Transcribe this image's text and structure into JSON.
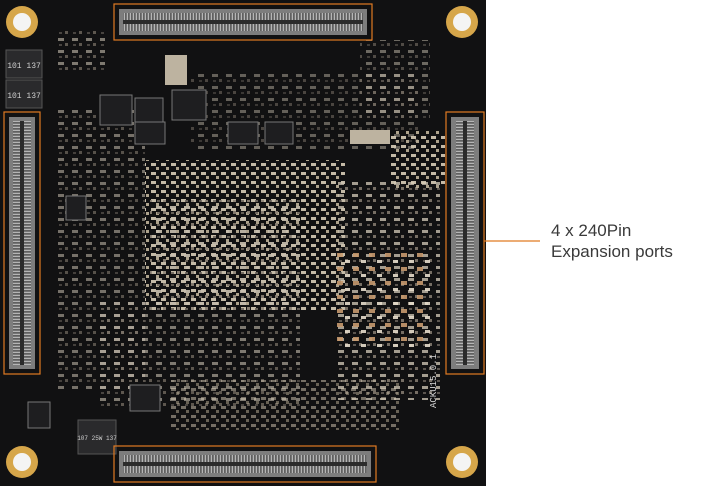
{
  "callout": {
    "line1": "4 x 240Pin",
    "line2": "Expansion ports"
  },
  "board_silkscreen": {
    "version": "ACKU15.0.1",
    "inductor_marks": [
      "101 137",
      "101 137",
      "107 25W 137"
    ]
  },
  "colors": {
    "pcb": "#111112",
    "highlight": "#e07a22",
    "connector": "#8c8c8c",
    "gold_pad": "#d6a64a"
  }
}
